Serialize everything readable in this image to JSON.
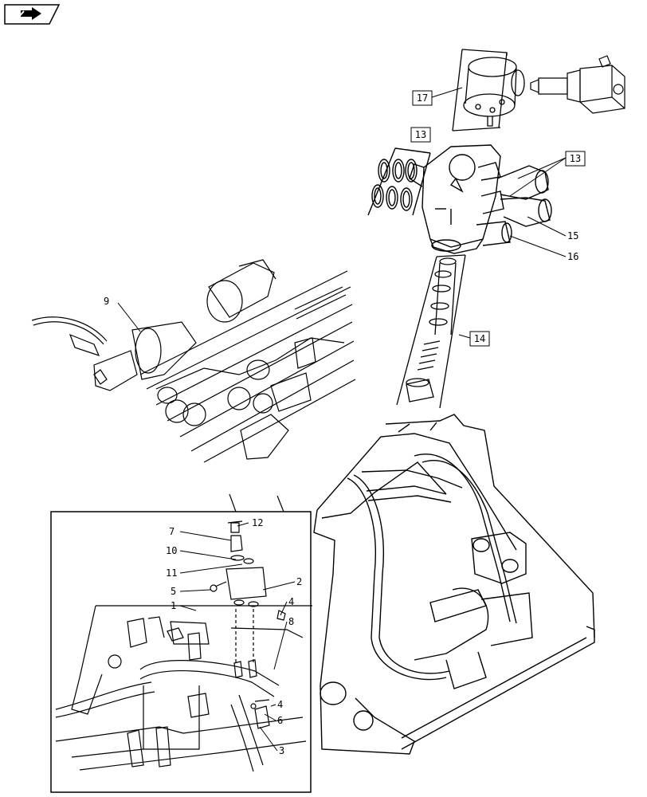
{
  "nav_icon": {
    "name": "next-page-arrow-icon"
  },
  "callouts": {
    "c17": "17",
    "c13a": "13",
    "c13b": "13",
    "c15": "15",
    "c16": "16",
    "c14": "14",
    "c9": "9",
    "c12": "12",
    "c7": "7",
    "c10": "10",
    "c11": "11",
    "c5": "5",
    "c2": "2",
    "c1": "1",
    "c4a": "4",
    "c8": "8",
    "c4b": "4",
    "c6": "6",
    "c3": "3"
  }
}
